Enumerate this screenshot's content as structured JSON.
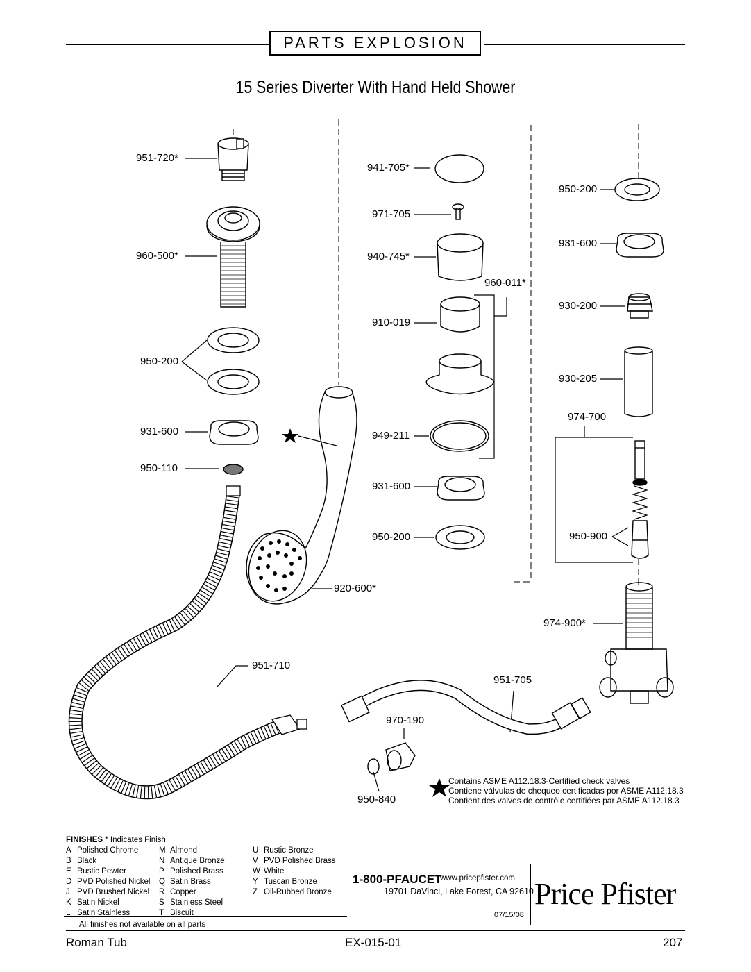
{
  "header": {
    "box_label": "PARTS EXPLOSION"
  },
  "title": "15 Series Diverter With Hand Held Shower",
  "parts": {
    "p951_720": "951-720*",
    "p960_500": "960-500*",
    "p950_200_a": "950-200",
    "p931_600_a": "931-600",
    "p950_110": "950-110",
    "p951_710": "951-710",
    "p941_705": "941-705*",
    "p971_705": "971-705",
    "p940_745": "940-745*",
    "p960_011": "960-011*",
    "p910_019": "910-019",
    "p949_211": "949-211",
    "p931_600_b": "931-600",
    "p950_200_b": "950-200",
    "p920_600": "920-600*",
    "p950_200_c": "950-200",
    "p931_600_c": "931-600",
    "p930_200": "930-200",
    "p930_205": "930-205",
    "p974_700": "974-700",
    "p950_900": "950-900",
    "p974_900": "974-900*",
    "p951_705": "951-705",
    "p970_190": "970-190",
    "p950_840": "950-840"
  },
  "note": {
    "en": "Contains ASME A112.18.3-Certified check valves",
    "es": "Contiene válvulas de chequeo certificadas por ASME A112.18.3",
    "fr": "Contient des valves de contrôle certifiées par ASME A112.18.3"
  },
  "finishes": {
    "title": "FINISHES",
    "title_note": "* Indicates Finish",
    "col1": [
      {
        "code": "A",
        "name": "Polished Chrome"
      },
      {
        "code": "B",
        "name": "Black"
      },
      {
        "code": "E",
        "name": "Rustic Pewter"
      },
      {
        "code": "D",
        "name": "PVD Polished Nickel"
      },
      {
        "code": "J",
        "name": "PVD Brushed Nickel"
      },
      {
        "code": "K",
        "name": "Satin Nickel"
      },
      {
        "code": "L",
        "name": "Satin Stainless"
      }
    ],
    "col2": [
      {
        "code": "M",
        "name": "Almond"
      },
      {
        "code": "N",
        "name": "Antique Bronze"
      },
      {
        "code": "P",
        "name": "Polished Brass"
      },
      {
        "code": "Q",
        "name": "Satin Brass"
      },
      {
        "code": "R",
        "name": "Copper"
      },
      {
        "code": "S",
        "name": "Stainless Steel"
      },
      {
        "code": "T",
        "name": "Biscuit"
      }
    ],
    "col3": [
      {
        "code": "U",
        "name": "Rustic Bronze"
      },
      {
        "code": "V",
        "name": "PVD Polished Brass"
      },
      {
        "code": "W",
        "name": "White"
      },
      {
        "code": "Y",
        "name": "Tuscan Bronze"
      },
      {
        "code": "Z",
        "name": "Oil-Rubbed Bronze"
      }
    ],
    "footnote": "All finishes not available on all parts"
  },
  "contact": {
    "phone": "1-800-PFAUCET",
    "website": "www.pricepfister.com",
    "address": "19701 DaVinci, Lake Forest, CA 92610",
    "date": "07/15/08"
  },
  "brand": "Price Pfister",
  "footer": {
    "left": "Roman Tub",
    "center": "EX-015-01",
    "right": "207"
  }
}
